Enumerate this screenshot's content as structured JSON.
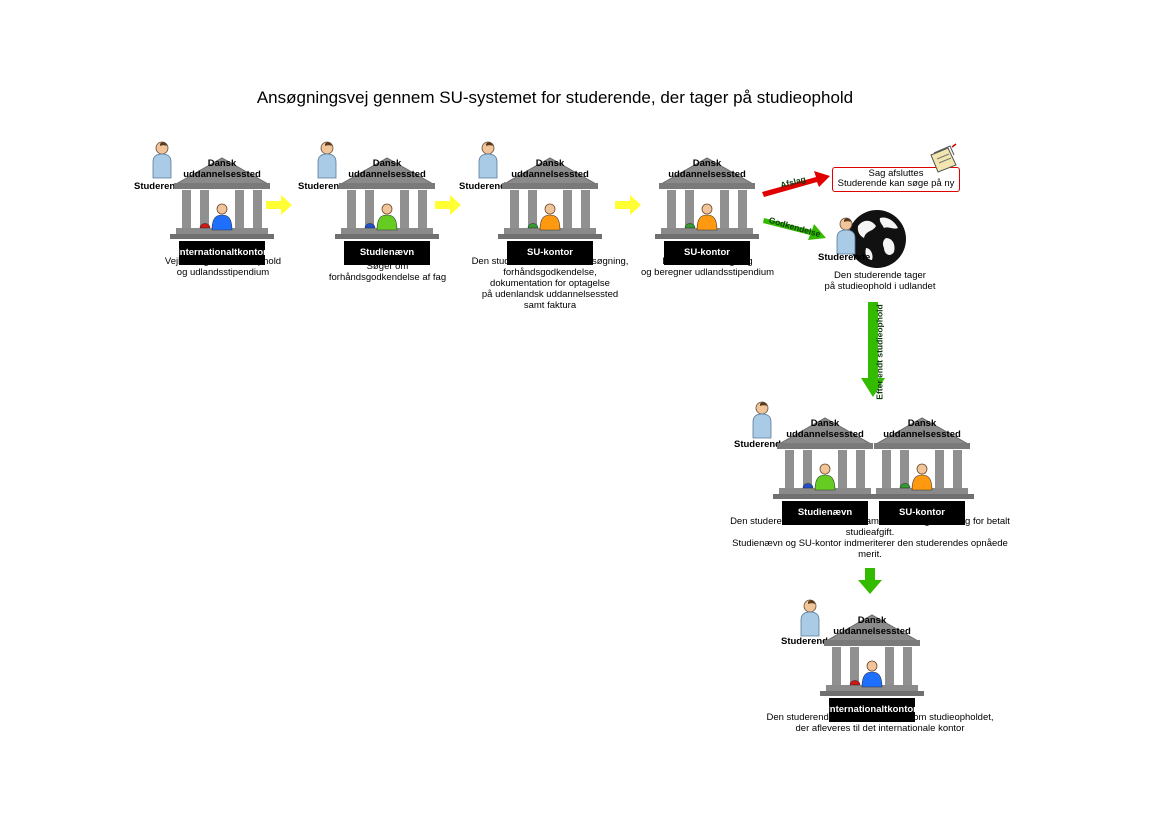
{
  "title": "Ansøgningsvej gennem SU-systemet for studerende, der tager på studieophold",
  "bank_label": [
    "Dansk",
    "uddannelsessted"
  ],
  "student_label": "Studerende",
  "steps": {
    "s1": {
      "office": [
        "Internationalt",
        "kontor"
      ],
      "caption": [
        "Vejledning om studieophold",
        "og udlandsstipendium"
      ],
      "clerk_color": "#1f6fff",
      "phone_color": "#d01818"
    },
    "s2": {
      "office": [
        "Studienævn"
      ],
      "caption": [
        "Søger om",
        "forhåndsgodkendelse af fag"
      ],
      "clerk_color": "#66cc22",
      "phone_color": "#1f4fcc"
    },
    "s3": {
      "office": [
        "SU-kontor"
      ],
      "caption": [
        "Den studerende afleverer ansøgning,",
        "forhåndsgodkendelse,",
        "dokumentation for optagelse",
        "på udenlandsk uddannelsessted",
        "samt faktura"
      ],
      "clerk_color": "#ff9a10",
      "phone_color": "#339933"
    },
    "s4": {
      "office": [
        "SU-kontor"
      ],
      "caption": [
        "Behandler ansøgning",
        "og beregner udlandsstipendium"
      ],
      "clerk_color": "#ff9a10",
      "phone_color": "#339933"
    },
    "s5a": {
      "office": [
        "Studienævn"
      ],
      "clerk_color": "#66cc22",
      "phone_color": "#1f4fcc"
    },
    "s5b": {
      "office": [
        "SU-kontor"
      ],
      "clerk_color": "#ff9a10",
      "phone_color": "#339933"
    },
    "s5_caption": [
      "Den studerende fremsender eksamensbevis og kvittering for betalt",
      "studieafgift.",
      "Studienævn og SU-kontor indmeriterer den studerendes opnåede",
      "merit."
    ],
    "s6": {
      "office": [
        "Internationalt",
        "kontor"
      ],
      "caption": [
        "Den studerende skriver en rapport om studieopholdet,",
        "der afleveres til det internationale kontor"
      ],
      "clerk_color": "#1f6fff",
      "phone_color": "#d01818"
    }
  },
  "branches": {
    "rejection": {
      "label": "Afslag",
      "notice": [
        "Sag afsluttes",
        "Studerende kan søge på ny"
      ],
      "color": "#e00000"
    },
    "approval": {
      "label": "Godkendelse",
      "color": "#33bb00"
    },
    "abroad_caption": [
      "Den studerende tager",
      "på studieophold i udlandet"
    ],
    "after": {
      "label": "Efter endt studieophold",
      "color": "#33bb00"
    }
  },
  "flow_arrow_color": "#ffff33",
  "icons": [
    "student-icon",
    "bank-building-icon",
    "clerk-icon",
    "phone-icon",
    "globe-icon",
    "folder-icon",
    "arrow-right-icon",
    "arrow-down-icon"
  ]
}
